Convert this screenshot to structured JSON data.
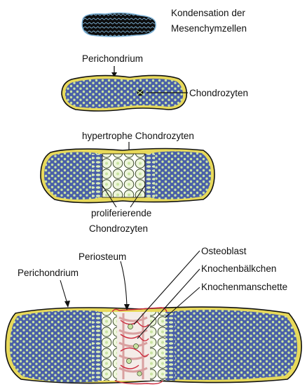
{
  "labels": {
    "kondensation_line1": "Kondensation der",
    "kondensation_line2": "Mesenchymzellen",
    "perichondrium_top": "Perichondrium",
    "chondrozyten": "Chondrozyten",
    "hypertrophe": "hypertrophe Chondrozyten",
    "proliferierende_line1": "proliferierende",
    "proliferierende_line2": "Chondrozyten",
    "periosteum": "Periosteum",
    "perichondrium_bottom": "Perichondrium",
    "osteoblast": "Osteoblast",
    "knochenbaelkchen": "Knochenbälkchen",
    "knochenmanschette": "Knochenmanschette"
  },
  "colors": {
    "cartilage_blue": "#4a5fa8",
    "cell_green": "#c8e3a0",
    "hypertrophic_fill": "#eef6dc",
    "perichondrium_yellow": "#e8d95a",
    "bone_pink": "#d9a0a0",
    "vessel_red": "#cc2b3d",
    "mesenchyme_blue": "#7fb4d8",
    "ink": "#111111"
  }
}
